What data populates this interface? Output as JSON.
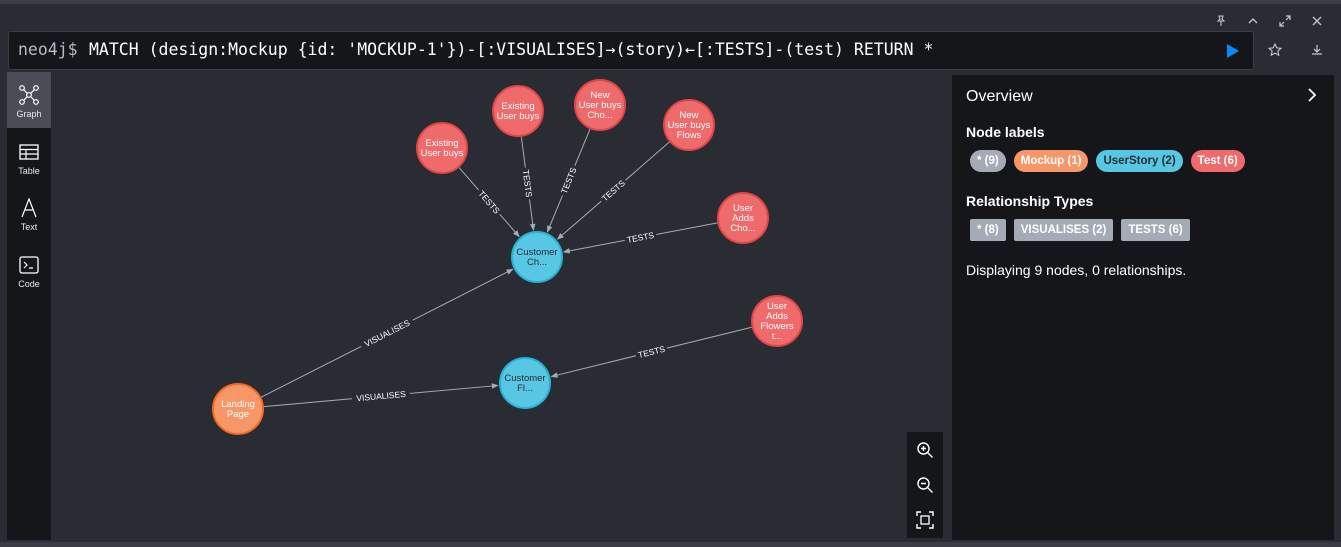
{
  "editor": {
    "prompt": "neo4j$",
    "query": "MATCH (design:Mockup {id: 'MOCKUP-1'})-[:VISUALISES]→(story)←[:TESTS]-(test) RETURN *"
  },
  "window_icons": [
    "pin-icon",
    "collapse-icon",
    "expand-icon",
    "close-icon"
  ],
  "nav": [
    {
      "label": "Graph",
      "icon": "graph-icon",
      "active": true
    },
    {
      "label": "Table",
      "icon": "table-icon",
      "active": false
    },
    {
      "label": "Text",
      "icon": "text-icon",
      "active": false
    },
    {
      "label": "Code",
      "icon": "code-icon",
      "active": false
    }
  ],
  "graph": {
    "nodes": [
      {
        "id": "existing1",
        "kind": "Test",
        "lines": [
          "Existing",
          "User buys"
        ]
      },
      {
        "id": "existing2",
        "kind": "Test",
        "lines": [
          "Existing",
          "User buys"
        ]
      },
      {
        "id": "new1",
        "kind": "Test",
        "lines": [
          "New",
          "User buys",
          "Cho..."
        ]
      },
      {
        "id": "new2",
        "kind": "Test",
        "lines": [
          "New",
          "User buys",
          "Flows"
        ]
      },
      {
        "id": "adds1",
        "kind": "Test",
        "lines": [
          "User",
          "Adds",
          "Cho..."
        ]
      },
      {
        "id": "adds2",
        "kind": "Test",
        "lines": [
          "User",
          "Adds",
          "Flowers",
          "t..."
        ]
      },
      {
        "id": "story1",
        "kind": "UserStory",
        "lines": [
          "Customer",
          "Ch..."
        ]
      },
      {
        "id": "story2",
        "kind": "UserStory",
        "lines": [
          "Customer",
          "Fl..."
        ]
      },
      {
        "id": "landing",
        "kind": "Mockup",
        "lines": [
          "Landing",
          "Page"
        ]
      }
    ],
    "rels": [
      {
        "from": "existing1",
        "to": "story1",
        "type": "TESTS"
      },
      {
        "from": "existing2",
        "to": "story1",
        "type": "TESTS"
      },
      {
        "from": "new1",
        "to": "story1",
        "type": "TESTS"
      },
      {
        "from": "new2",
        "to": "story1",
        "type": "TESTS"
      },
      {
        "from": "adds1",
        "to": "story1",
        "type": "TESTS"
      },
      {
        "from": "adds2",
        "to": "story2",
        "type": "TESTS"
      },
      {
        "from": "landing",
        "to": "story1",
        "type": "VISUALISES"
      },
      {
        "from": "landing",
        "to": "story2",
        "type": "VISUALISES"
      }
    ],
    "colors": {
      "Test": "#ee6a6b",
      "TestBorder": "#e04646",
      "UserStory": "#57c7e3",
      "UserStoryBorder": "#27b1d4",
      "Mockup": "#f79767",
      "MockupBorder": "#f36924",
      "edge": "#a5abb6",
      "edgeLabel": "#ffffff"
    }
  },
  "overview": {
    "title": "Overview",
    "node_labels_heading": "Node labels",
    "node_labels": [
      {
        "text": "* (9)",
        "color": "#a5abb6",
        "text_color": "#ffffff"
      },
      {
        "text": "Mockup (1)",
        "color": "#f79767",
        "text_color": "#ffffff"
      },
      {
        "text": "UserStory (2)",
        "color": "#57c7e3",
        "text_color": "#2a2c34"
      },
      {
        "text": "Test (6)",
        "color": "#ee6a6b",
        "text_color": "#ffffff"
      }
    ],
    "rel_types_heading": "Relationship Types",
    "rel_types": [
      {
        "text": "* (8)",
        "color": "#a5abb6"
      },
      {
        "text": "VISUALISES (2)",
        "color": "#a5abb6"
      },
      {
        "text": "TESTS (6)",
        "color": "#a5abb6"
      }
    ],
    "summary": "Displaying 9 nodes, 0 relationships."
  },
  "zoom": [
    "zoom-in-icon",
    "zoom-out-icon",
    "fit-icon"
  ],
  "accent": "#018bff"
}
